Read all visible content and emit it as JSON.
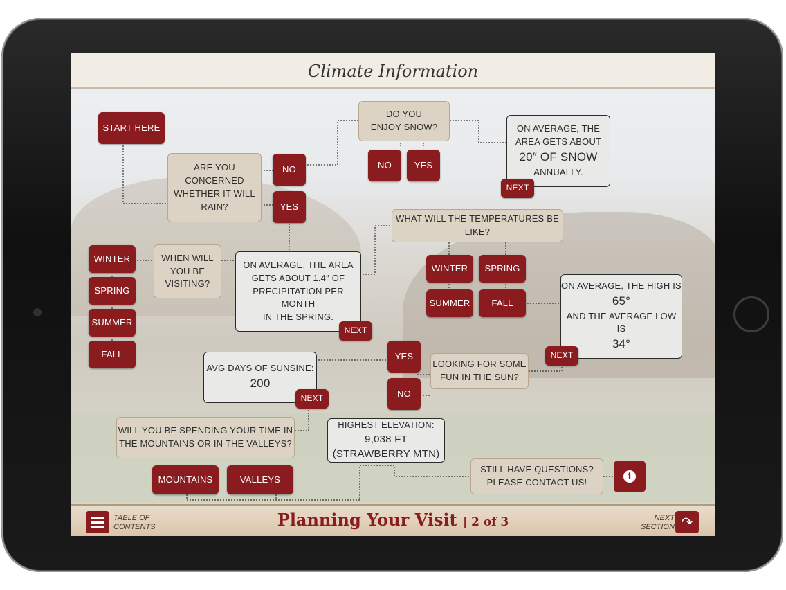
{
  "header": {
    "title": "Climate Information"
  },
  "footer": {
    "toc_label_1": "TABLE OF",
    "toc_label_2": "CONTENTS",
    "section_title": "Planning Your Visit",
    "page_indicator": "| 2 of 3",
    "next_label_1": "NEXT",
    "next_label_2": "SECTION"
  },
  "flow": {
    "start": "START HERE",
    "rain_question": [
      "ARE YOU",
      "CONCERNED",
      "WHETHER IT WILL",
      "RAIN?"
    ],
    "no": "NO",
    "yes": "YES",
    "snow_question": [
      "DO YOU",
      "ENJOY SNOW?"
    ],
    "snow_answer": [
      "ON AVERAGE, THE",
      "AREA GETS ABOUT",
      "20″ OF SNOW",
      "ANNUALLY."
    ],
    "next": "NEXT",
    "visit_question": [
      "WHEN WILL",
      "YOU BE",
      "VISITING?"
    ],
    "seasons": [
      "WINTER",
      "SPRING",
      "SUMMER",
      "FALL"
    ],
    "rain_answer": [
      "ON AVERAGE, THE AREA",
      "GETS ABOUT 1.4″ OF",
      "PRECIPITATION PER MONTH",
      "IN THE SPRING."
    ],
    "temp_question": "WHAT WILL THE TEMPERATURES BE LIKE?",
    "temp_answer": [
      "ON AVERAGE, THE HIGH IS",
      "65°",
      "AND THE AVERAGE LOW IS",
      "34°"
    ],
    "sun_question": [
      "LOOKING FOR SOME",
      "FUN IN THE SUN?"
    ],
    "sun_answer": [
      "AVG DAYS OF SUNSINE:",
      "200"
    ],
    "terrain_question": [
      "WILL YOU BE SPENDING YOUR TIME IN",
      "THE MOUNTAINS OR IN THE VALLEYS?"
    ],
    "mountains": "MOUNTAINS",
    "valleys": "VALLEYS",
    "elevation": [
      "HIGHEST ELEVATION:",
      "9,038 FT (STRAWBERRY MTN)"
    ],
    "contact": [
      "STILL HAVE QUESTIONS?",
      "PLEASE CONTACT US!"
    ],
    "info_icon": "i"
  }
}
